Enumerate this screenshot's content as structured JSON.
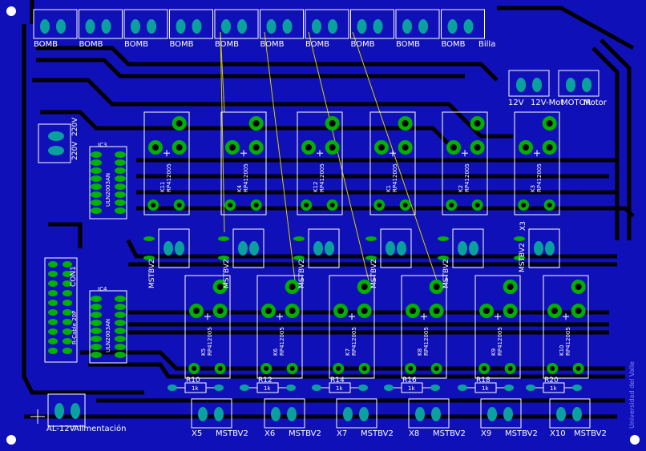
{
  "board": {
    "copper_color": "#1010b8",
    "trace_color": "#000000",
    "silk_color": "#ffffff",
    "pad_color": "#0aa0a0",
    "pad_green": "#00b000",
    "airwire_color": "#d8d000",
    "bg_color": "#000000"
  },
  "top_connectors": {
    "labels": [
      "BOMB",
      "BOMB",
      "BOMB",
      "BOMB",
      "BOMB",
      "BOMB",
      "BOMB",
      "BOMB",
      "BOMB",
      "BOMB"
    ],
    "last_suffix": "Billa"
  },
  "power_12v": {
    "label_a": "12V",
    "label_b": "12V-Mot",
    "label_c": "MOTOR",
    "label_d": "Motor"
  },
  "power_220": {
    "label_a": "220V",
    "label_b": "220V",
    "ic_ref": "IC3"
  },
  "ic3": {
    "ref": "IC3",
    "part": "ULN2003AN"
  },
  "ic4": {
    "ref": "IC4",
    "part": "ULN2003AN"
  },
  "con1": {
    "ref": "CON1",
    "part": "R-Cable 20P"
  },
  "relays_top": [
    {
      "ref": "K11",
      "part": "RP412005"
    },
    {
      "ref": "K4",
      "part": "RP412005"
    },
    {
      "ref": "K12",
      "part": "RP412005"
    },
    {
      "ref": "K1",
      "part": "RP412005"
    },
    {
      "ref": "K2",
      "part": "RP412005"
    },
    {
      "ref": "K3",
      "part": "RP412005"
    }
  ],
  "relays_bottom": [
    {
      "ref": "K5",
      "part": "RP412005"
    },
    {
      "ref": "K6",
      "part": "RP412005"
    },
    {
      "ref": "K7",
      "part": "RP412005"
    },
    {
      "ref": "K8",
      "part": "RP412005"
    },
    {
      "ref": "K9",
      "part": "RP412005"
    },
    {
      "ref": "K10",
      "part": "RP412005"
    }
  ],
  "mid_terminals": [
    {
      "label": "MSTBV2"
    },
    {
      "label": "MSTBV2"
    },
    {
      "label": "MSTBV2"
    },
    {
      "label": "MSTBV2"
    },
    {
      "label": "MSTBV2"
    },
    {
      "label": "MSTBV2"
    }
  ],
  "x3_label": "X3",
  "resistors": [
    {
      "ref": "R10",
      "value": "1k"
    },
    {
      "ref": "R12",
      "value": "1k"
    },
    {
      "ref": "R14",
      "value": "1k"
    },
    {
      "ref": "R16",
      "value": "1k"
    },
    {
      "ref": "R18",
      "value": "1k"
    },
    {
      "ref": "R20",
      "value": "1k"
    }
  ],
  "bottom_terminals": [
    {
      "x": "X5",
      "part": "MSTBV2"
    },
    {
      "x": "X6",
      "part": "MSTBV2"
    },
    {
      "x": "X7",
      "part": "MSTBV2"
    },
    {
      "x": "X8",
      "part": "MSTBV2"
    },
    {
      "x": "X9",
      "part": "MSTBV2"
    },
    {
      "x": "X10",
      "part": "MSTBV2"
    }
  ],
  "power_input": {
    "label_a": "AL-12V",
    "label_b": "Alimentación"
  },
  "side_text": "Universidad del Valle"
}
